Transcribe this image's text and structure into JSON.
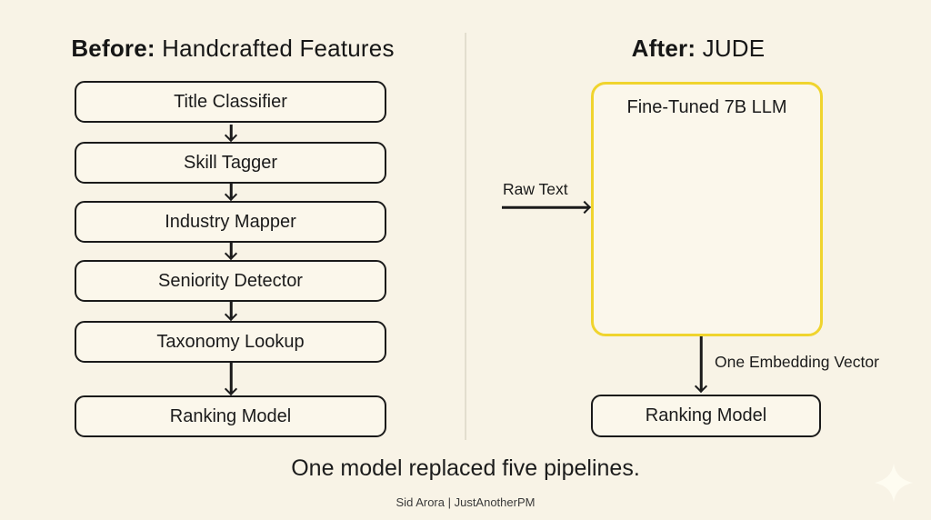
{
  "page": {
    "background": "#f8f3e6",
    "accent_yellow": "#f0d42e",
    "ink": "#1a1a1a",
    "caption": "One model replaced five pipelines.",
    "footer": "Sid Arora | JustAnotherPM"
  },
  "before": {
    "title_bold": "Before:",
    "title_rest": " Handcrafted Features",
    "pipeline": [
      "Title Classifier",
      "Skill Tagger",
      "Industry Mapper",
      "Seniority Detector",
      "Taxonomy Lookup",
      "Ranking Model"
    ]
  },
  "after": {
    "title_bold": "After:",
    "title_rest": " JUDE",
    "llm_box_label": "Fine-Tuned 7B LLM",
    "input_label": "Raw Text",
    "output_label": "One Embedding Vector",
    "ranking_box_label": "Ranking Model"
  },
  "icons": {
    "sparkle": "four-pointed-star"
  }
}
